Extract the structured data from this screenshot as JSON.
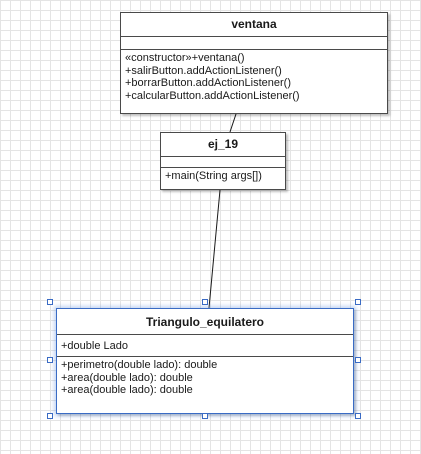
{
  "classes": {
    "ventana": {
      "name": "ventana",
      "attributes": [],
      "methods": [
        "«constructor»+ventana()",
        "+salirButton.addActionListener()",
        "+borrarButton.addActionListener()",
        "+calcularButton.addActionListener()"
      ]
    },
    "ej_19": {
      "name": "ej_19",
      "attributes": [],
      "methods": [
        "+main(String args[])"
      ]
    },
    "triangulo_equilatero": {
      "name": "Triangulo_equilatero",
      "attributes": [
        "+double Lado"
      ],
      "methods": [
        "+perimetro(double lado): double",
        "+area(double lado): double",
        "+area(double lado): double"
      ],
      "selected": true
    }
  },
  "connections": [
    {
      "from": "ventana",
      "to": "ej_19"
    },
    {
      "from": "ej_19",
      "to": "triangulo_equilatero"
    }
  ],
  "colors": {
    "border": "#4a4a4a",
    "selection": "#3a6bc4",
    "grid": "#e4e4e4"
  }
}
